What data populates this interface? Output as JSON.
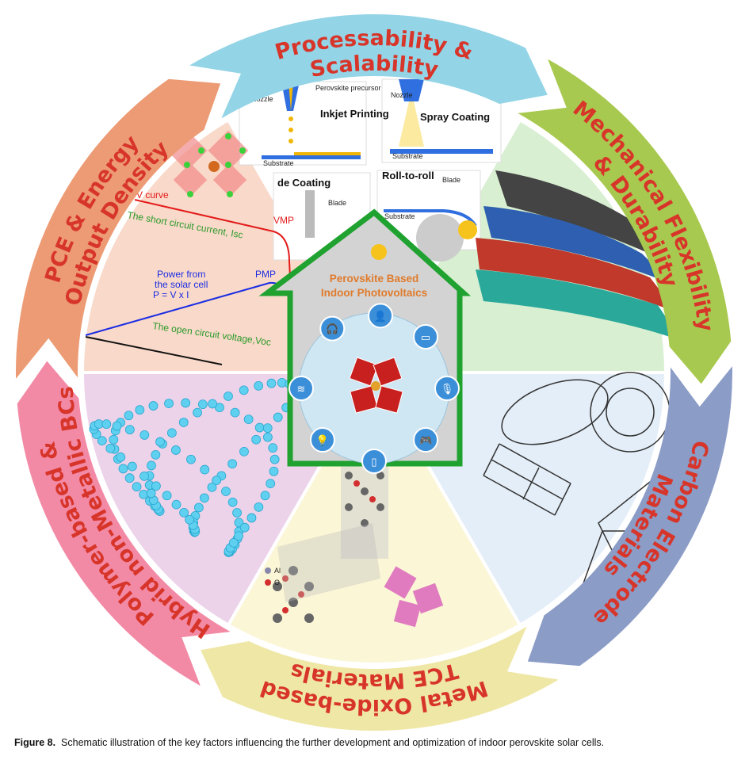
{
  "ring": [
    {
      "lines": [
        "Processability &",
        "Scalability"
      ],
      "color": "#93d4e6"
    },
    {
      "lines": [
        "Mechanical Flexibility",
        "& Durability"
      ],
      "color": "#a8c94f"
    },
    {
      "lines": [
        "Carbon Electrode",
        "Materials"
      ],
      "color": "#8b9cc6"
    },
    {
      "lines": [
        "Metal Oxide-based",
        "TCE Materials"
      ],
      "color": "#efe7a6"
    },
    {
      "lines": [
        "Polymer-based &",
        "Hybrid non-Metallic BCs"
      ],
      "color": "#f28aa6"
    },
    {
      "lines": [
        "PCE & Energy",
        "Output Density"
      ],
      "color": "#ec9b74"
    }
  ],
  "sector_colors": [
    "#ffffff",
    "#d9efd2",
    "#e4eef8",
    "#fbf6d6",
    "#ecd3ea",
    "#f9d9c9"
  ],
  "label_color": "#d8352a",
  "processing": {
    "inkjet": "Inkjet Printing",
    "spray": "Spray Coating",
    "blade": "de Coating",
    "roll": "Roll-to-roll",
    "nozzle": "Nozzle",
    "precursor": "Perovskite precursor",
    "substrate": "Substrate",
    "blade_label": "Blade"
  },
  "iv_curve": {
    "iv": "V curve",
    "isc": "The short circuit current, Isc",
    "vmp": "VMP",
    "pmp": "PMP",
    "power1": "Power from",
    "power2": "the solar cell",
    "power3": "P = V x I",
    "voc": "The open circuit voltage,Voc"
  },
  "oxide_legend": {
    "al": "Al",
    "o": "O"
  },
  "center": {
    "title1": "Perovskite Based",
    "title2": "Indoor Photovoltaics",
    "border_color": "#1fa22f",
    "title_color": "#e07b2c",
    "icons": [
      "headphones-icon",
      "user-icon",
      "monitor-icon",
      "microphone-icon",
      "gamepad-icon",
      "smartphone-icon",
      "lightbulb-icon",
      "wifi-icon"
    ]
  },
  "caption": {
    "label": "Figure 8.",
    "text": "Schematic illustration of the key factors influencing the further development and optimization of indoor perovskite solar cells."
  }
}
